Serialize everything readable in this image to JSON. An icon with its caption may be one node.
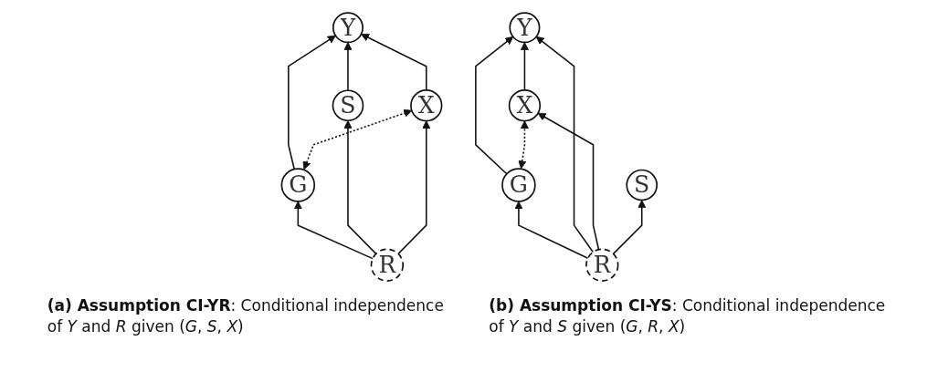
{
  "diagram": {
    "nodes": [
      {
        "text": [
          "G"
        ]
      },
      {
        "text": [
          "Y"
        ]
      },
      {
        "text": [
          "S"
        ]
      },
      {
        "text": [
          "X"
        ]
      },
      {
        "text": [
          "R"
        ]
      },
      {
        "text": [
          "G"
        ]
      },
      {
        "text": [
          "Y"
        ]
      },
      {
        "text": [
          "R"
        ]
      },
      {
        "text": [
          "X"
        ]
      },
      {
        "text": [
          "S"
        ]
      }
    ],
    "edges": [
      {
        "from": 0,
        "to": 1,
        "arrow": "to"
      },
      {
        "from": 0,
        "to": 3,
        "arrow": "both",
        "style": "dashed"
      },
      {
        "from": 4,
        "to": 0,
        "arrow": "to"
      },
      {
        "from": 4,
        "to": 2,
        "arrow": "to"
      },
      {
        "from": 2,
        "to": 1,
        "arrow": "to"
      },
      {
        "from": 4,
        "to": 3,
        "arrow": "to"
      },
      {
        "from": 3,
        "to": 1,
        "arrow": "to"
      },
      {
        "from": 5,
        "to": 6,
        "arrow": "to"
      },
      {
        "from": 5,
        "to": 8,
        "arrow": "both",
        "style": "dashed"
      },
      {
        "from": 7,
        "to": 5,
        "arrow": "to"
      },
      {
        "from": 7,
        "to": 6,
        "arrow": "to"
      },
      {
        "from": 7,
        "to": 8,
        "arrow": "to"
      },
      {
        "from": 8,
        "to": 6,
        "arrow": "to"
      },
      {
        "from": 7,
        "to": 9,
        "arrow": "to"
      }
    ],
    "labels": [
      "**(a) Assumption CI-YR**: Conditional independence of *Y* and *R* given (*G*, *S*, *X*)",
      "**(b) Assumption CI-YS**: Conditional independence of *Y* and *S* given (*G*, *R*, *X*)"
    ]
  }
}
